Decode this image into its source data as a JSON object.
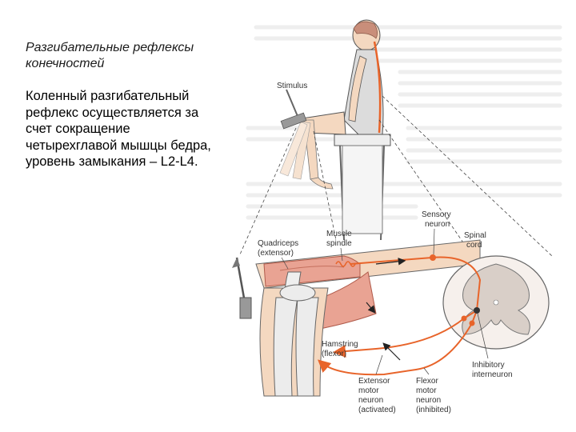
{
  "heading": "Разгибательные рефлексы конечностей",
  "body": [
    "Коленный разгибательный",
    "рефлекс осуществляется за",
    "счет сокращение",
    "четырехглавой мышцы бедра,",
    "уровень замыкания – L2-L4."
  ],
  "figure": {
    "stimulus": "Stimulus",
    "sensory_neuron": [
      "Sensory",
      "neuron"
    ],
    "spinal_cord": [
      "Spinal",
      "cord"
    ],
    "quadriceps": [
      "Quadriceps",
      "(extensor)"
    ],
    "muscle_spindle": [
      "Muscle",
      "spindle"
    ],
    "hamstring": [
      "Hamstring",
      "(flexor)"
    ],
    "inhibitory_interneuron": [
      "Inhibitory",
      "interneuron"
    ],
    "extensor_motor_neuron": [
      "Extensor",
      "motor",
      "neuron",
      "(activated)"
    ],
    "flexor_motor_neuron": [
      "Flexor",
      "motor",
      "neuron",
      "(inhibited)"
    ]
  },
  "colors": {
    "neuron": "#e8642a",
    "muscle": "#e9a393",
    "skin": "#f4d8c0",
    "gray_matter": "#d9cfc8"
  }
}
